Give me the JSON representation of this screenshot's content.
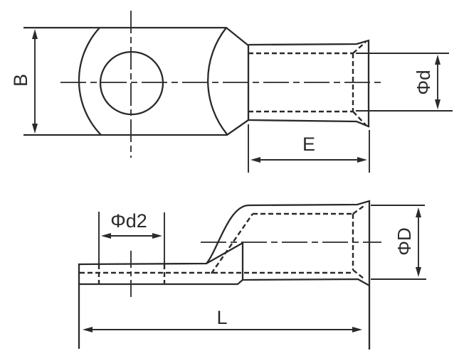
{
  "colors": {
    "background": "#ffffff",
    "line": "#2b2a29"
  },
  "labels": {
    "ring_width_b": "B",
    "barrel_inner_diameter": "Φd",
    "barrel_length_e": "E",
    "palm_hole_diameter": "Φd2",
    "barrel_outer_diameter": "ΦD",
    "total_length_l": "L"
  }
}
